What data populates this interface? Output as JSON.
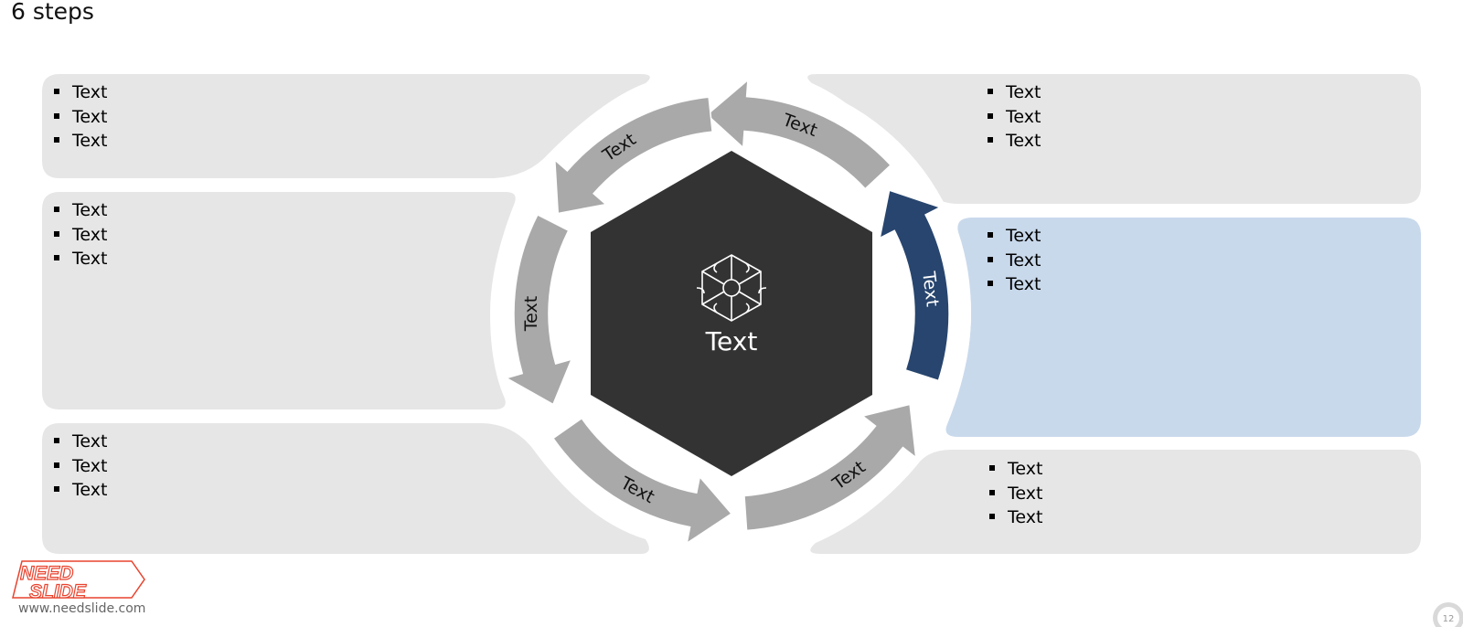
{
  "title": "6 steps",
  "center_label": "Text",
  "steps": [
    {
      "id": "top-right",
      "arrow_label": "Text",
      "bullets": [
        "Text",
        "Text",
        "Text"
      ],
      "highlighted": false
    },
    {
      "id": "middle-right",
      "arrow_label": "Text",
      "bullets": [
        "Text",
        "Text",
        "Text"
      ],
      "highlighted": true
    },
    {
      "id": "bottom-right",
      "arrow_label": "Text",
      "bullets": [
        "Text",
        "Text",
        "Text"
      ],
      "highlighted": false
    },
    {
      "id": "bottom-left",
      "arrow_label": "Text",
      "bullets": [
        "Text",
        "Text",
        "Text"
      ],
      "highlighted": false
    },
    {
      "id": "middle-left",
      "arrow_label": "Text",
      "bullets": [
        "Text",
        "Text",
        "Text"
      ],
      "highlighted": false
    },
    {
      "id": "top-left",
      "arrow_label": "Text",
      "bullets": [
        "Text",
        "Text",
        "Text"
      ],
      "highlighted": false
    }
  ],
  "colors": {
    "panel": "#e6e6e6",
    "panel_highlight": "#c9d9ec",
    "arrow": "#a9a9a9",
    "arrow_highlight": "#27456e",
    "hexagon": "#333333",
    "logo": "#e8432e"
  },
  "logo": {
    "line1": "NEED",
    "line2": "SLIDE"
  },
  "footer_url": "www.needslide.com",
  "slide_number": "12"
}
